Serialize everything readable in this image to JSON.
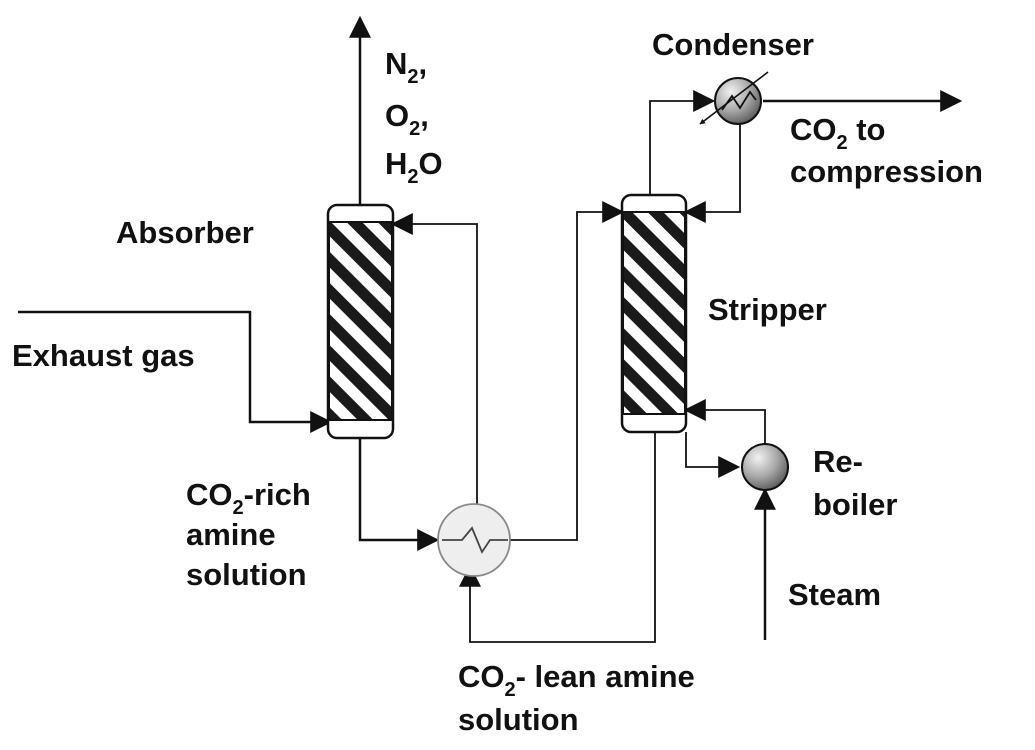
{
  "labels": {
    "absorber": "Absorber",
    "stripper": "Stripper",
    "condenser": "Condenser",
    "exhaust_gas": "Exhaust gas",
    "outlet_gases": {
      "line1_main": "N",
      "line1_sub": "2",
      "line1_tail": ",",
      "line2_main": "O",
      "line2_sub": "2",
      "line2_tail": ",",
      "line3_main": "H",
      "line3_sub": "2",
      "line3_tail": "O"
    },
    "co2_to_compression": {
      "line1_main": "CO",
      "line1_sub": "2",
      "line1_tail": " to",
      "line2": "compression"
    },
    "rich_amine": {
      "line1_main": "CO",
      "line1_sub": "2",
      "line1_tail": "-rich",
      "line2": "amine",
      "line3": "solution"
    },
    "lean_amine": {
      "line1_main": "CO",
      "line1_sub": "2",
      "line1_tail": "- lean amine",
      "line2": "solution"
    },
    "reboiler": {
      "line1": "Re-",
      "line2": "boiler"
    },
    "steam": "Steam"
  },
  "colors": {
    "line": "#111111",
    "column_fill": "#ffffff",
    "heat_exchanger_fill": "#eeeeee",
    "vessel_light": "#f2f2f2",
    "vessel_dark": "#5a5a5a"
  }
}
